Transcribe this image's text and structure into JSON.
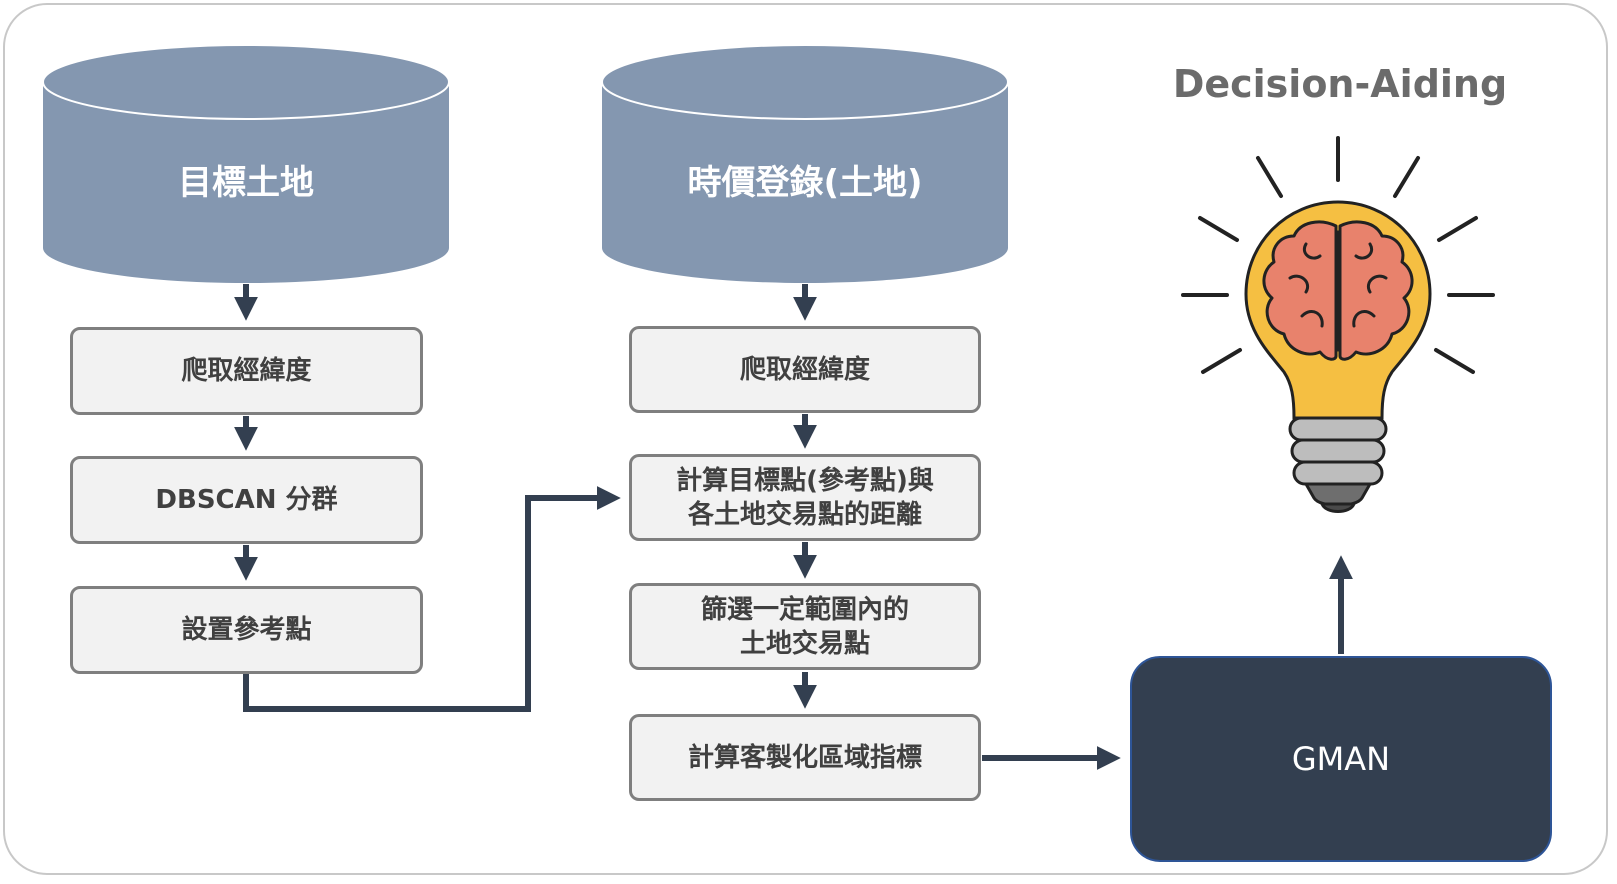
{
  "title": "Decision-Aiding",
  "databases": {
    "left": "目標土地",
    "right": "時價登錄(土地)"
  },
  "left_column": {
    "step1": "爬取經緯度",
    "step2": "DBSCAN 分群",
    "step3": "設置參考點"
  },
  "middle_column": {
    "step1": "爬取經緯度",
    "step2": "計算目標點(參考點)與\n各土地交易點的距離",
    "step3": "篩選一定範圍內的\n土地交易點",
    "step4": "計算客製化區域指標"
  },
  "model": "GMAN",
  "icon": "lightbulb-brain-icon",
  "colors": {
    "cylinder": "#8497b0",
    "box_fill": "#f2f2f2",
    "box_border": "#7f7f7f",
    "arrow": "#333f50",
    "model_fill": "#333f50",
    "bulb": "#f5bf42",
    "brain": "#e8826c"
  }
}
